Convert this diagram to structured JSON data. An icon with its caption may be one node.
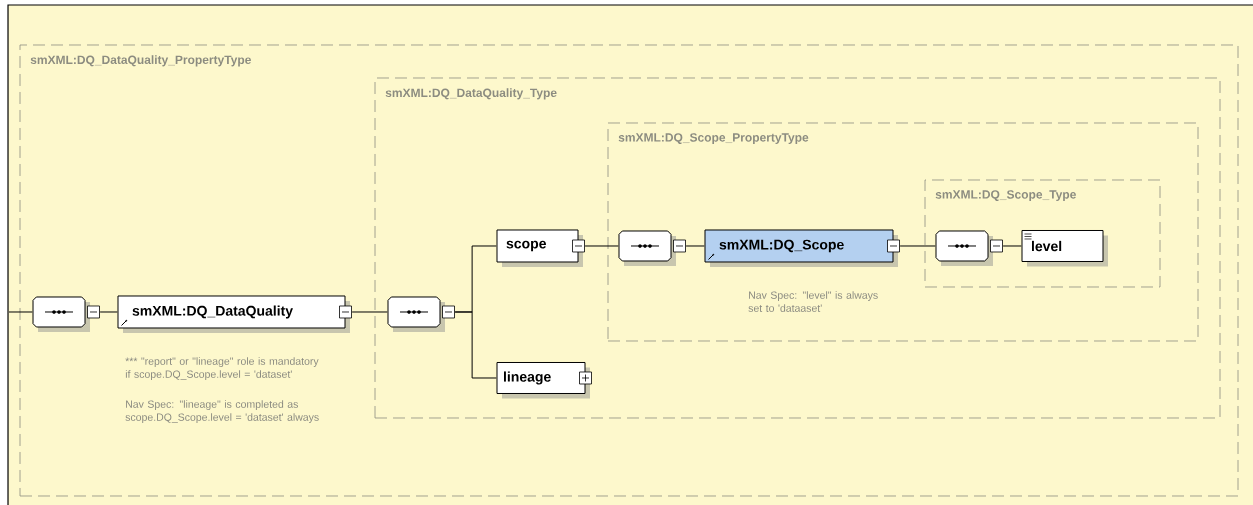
{
  "diagram": {
    "nodes": [
      {
        "text": [
          "smXML:DQ_DataQuality_PropertyType"
        ]
      },
      {
        "text": [],
        "shape": "octagon",
        "in": 0
      },
      {
        "text": [
          "smXML:DQ_DataQuality"
        ],
        "in": 0,
        "beside": [
          "*** \"report\" or \"lineage\" role is mandatory if scope.DQ_Scope.level = 'dataset'",
          "Nav Spec: \"lineage\" is completed as scope.DQ_Scope.level = 'dataset' always"
        ]
      },
      {
        "text": [
          "smXML:DQ_DataQuality_Type"
        ],
        "in": 0
      },
      {
        "text": [],
        "shape": "octagon",
        "in": 3
      },
      {
        "text": [
          "scope"
        ],
        "in": 3
      },
      {
        "text": [
          "lineage"
        ],
        "in": 3
      },
      {
        "text": [
          "smXML:DQ_Scope_PropertyType"
        ],
        "in": 3
      },
      {
        "text": [],
        "shape": "octagon",
        "in": 7
      },
      {
        "text": [
          "smXML:DQ_Scope"
        ],
        "in": 7,
        "beside": [
          "Nav Spec: \"level\" is always set to 'dataaset'"
        ]
      },
      {
        "text": [
          "smXML:DQ_Scope_Type"
        ],
        "in": 7
      },
      {
        "text": [],
        "shape": "octagon",
        "in": 10
      },
      {
        "text": [
          "level"
        ],
        "in": 10
      }
    ],
    "edges": [
      {
        "from": null,
        "to": 1,
        "arrow": "none"
      },
      {
        "from": 1,
        "to": 2,
        "arrow": "none"
      },
      {
        "from": 2,
        "to": 4,
        "arrow": "none"
      },
      {
        "from": 4,
        "to": 5,
        "arrow": "none"
      },
      {
        "from": 4,
        "to": 6,
        "arrow": "none"
      },
      {
        "from": 5,
        "to": 8,
        "arrow": "none"
      },
      {
        "from": 8,
        "to": 9,
        "arrow": "none"
      },
      {
        "from": 9,
        "to": 11,
        "arrow": "none"
      },
      {
        "from": 11,
        "to": 12,
        "arrow": "none"
      }
    ]
  }
}
